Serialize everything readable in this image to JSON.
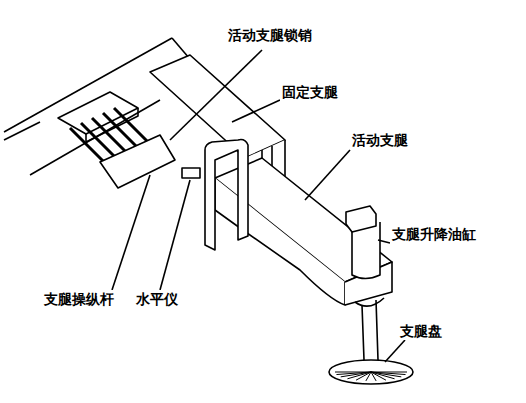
{
  "diagram": {
    "labels": [
      "活动支腿锁销",
      "固定支腿",
      "活动支腿",
      "支腿升降油缸",
      "支腿操纵杆",
      "水平仪",
      "支腿盘"
    ]
  }
}
